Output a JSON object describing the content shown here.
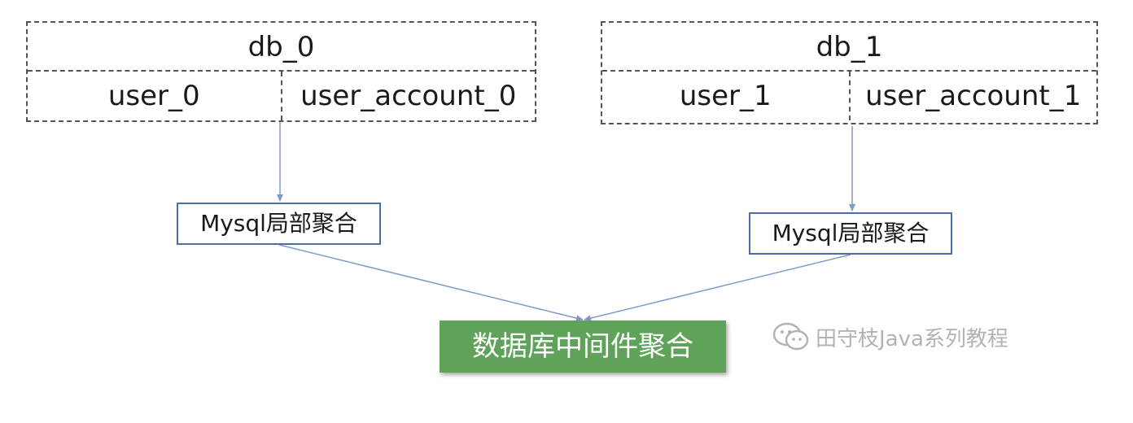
{
  "diagram": {
    "databases": [
      {
        "title": "db_0",
        "tables": [
          "user_0",
          "user_account_0"
        ]
      },
      {
        "title": "db_1",
        "tables": [
          "user_1",
          "user_account_1"
        ]
      }
    ],
    "local_aggregations": [
      "Mysql局部聚合",
      "Mysql局部聚合"
    ],
    "middleware_aggregation": "数据库中间件聚合",
    "watermark": "田守枝Java系列教程"
  },
  "colors": {
    "middleware_fill": "#5fa25a",
    "aggregation_border": "#4a6fa5",
    "arrow": "#7d9ac8",
    "dashed_border": "#555555"
  }
}
